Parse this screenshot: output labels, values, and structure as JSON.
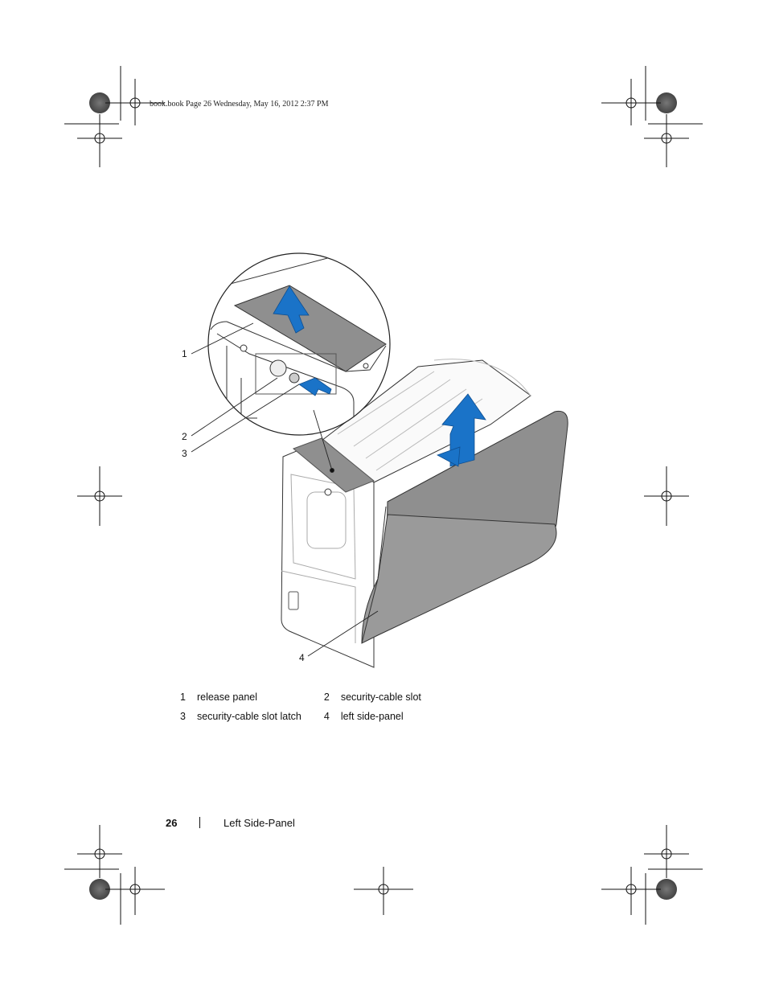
{
  "slug": "book.book  Page 26  Wednesday, May 16, 2012  2:37 PM",
  "callouts": [
    "1",
    "2",
    "3",
    "4"
  ],
  "legend": [
    {
      "num": "1",
      "label": "release panel",
      "num2": "2",
      "label2": "security-cable slot"
    },
    {
      "num": "3",
      "label": "security-cable slot latch",
      "num2": "4",
      "label2": "left side-panel"
    }
  ],
  "footer": {
    "page_number": "26",
    "section_title": "Left Side-Panel"
  },
  "colors": {
    "arrow_blue": "#1a73c8",
    "panel_gray": "#8f8f8f",
    "line": "#222222"
  }
}
